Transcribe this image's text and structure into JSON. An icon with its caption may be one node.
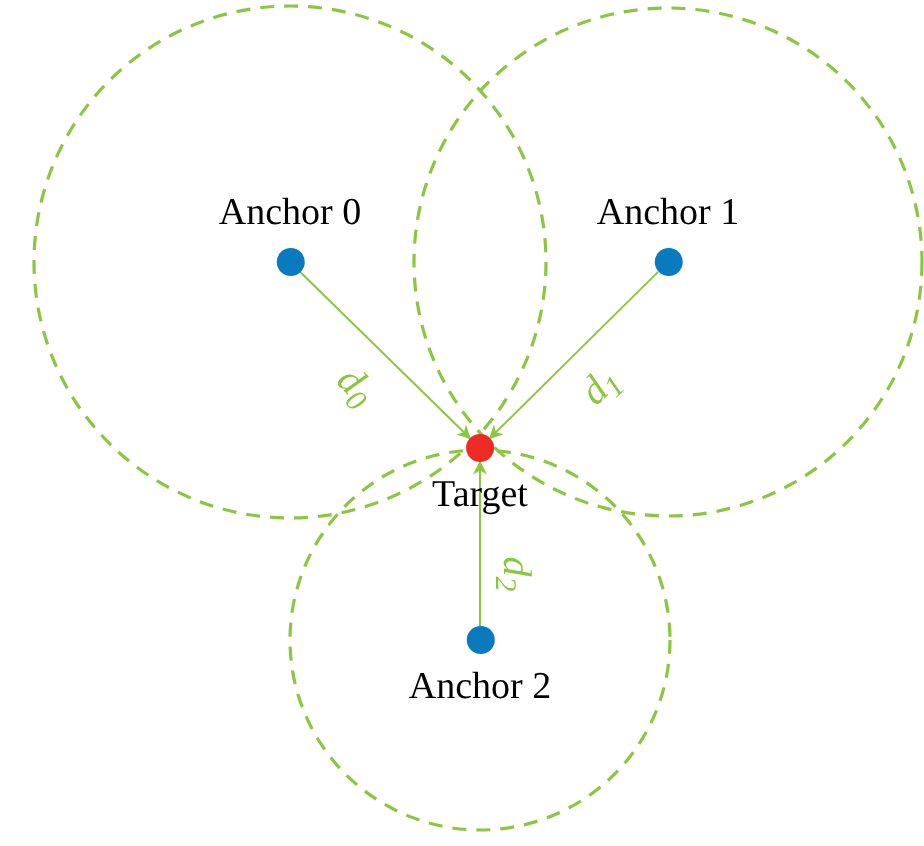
{
  "diagram": {
    "nodes": [
      {
        "text": [
          "Anchor 0"
        ]
      },
      {
        "text": [
          "Anchor 1"
        ]
      },
      {
        "text": [
          "Target"
        ]
      },
      {
        "text": [
          "Anchor 2"
        ]
      }
    ],
    "edges": [
      {
        "from": 0,
        "to": 2,
        "arrow": "to",
        "label": "d$_{0}$"
      },
      {
        "from": 1,
        "to": 2,
        "arrow": "to",
        "label": "d$_{1}$"
      },
      {
        "from": 3,
        "to": 2,
        "arrow": "to",
        "label": "d$_{2}$"
      }
    ]
  }
}
